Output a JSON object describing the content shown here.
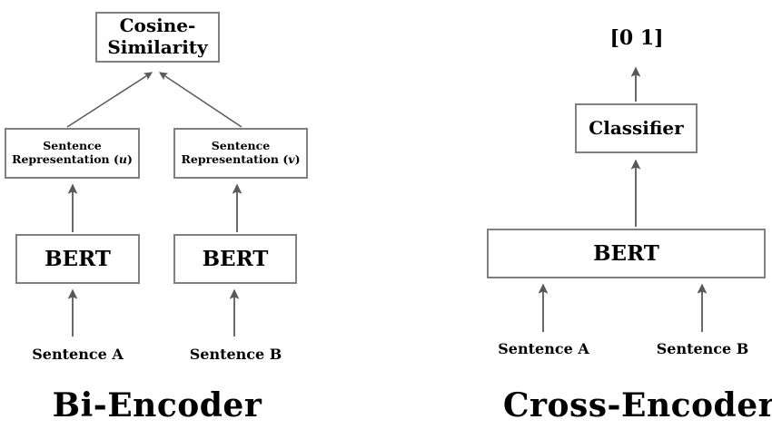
{
  "diagram": {
    "title": "Bi-Encoder vs Cross-Encoder architecture comparison",
    "background_color": "#ffffff",
    "box_border_color": "#808080",
    "arrow_color": "#595959",
    "text_color": "#000000"
  },
  "bi_encoder": {
    "panel_title": "Bi-Encoder",
    "nodes": {
      "cosine_similarity": "Cosine-\nSimilarity",
      "cosine_similarity_line1": "Cosine-",
      "cosine_similarity_line2": "Similarity",
      "sentence_representation_u_line1": "Sentence",
      "sentence_representation_u_line2": "Representation (u)",
      "sentence_representation_v_line1": "Sentence",
      "sentence_representation_v_line2": "Representation (v)",
      "bert_left": "BERT",
      "bert_right": "BERT"
    },
    "inputs": {
      "sentence_a": "Sentence A",
      "sentence_b": "Sentence B"
    },
    "variables": {
      "u": "u",
      "v": "v"
    }
  },
  "cross_encoder": {
    "panel_title": "Cross-Encoder",
    "nodes": {
      "score_output": "[0 1]",
      "classifier": "Classifier",
      "bert": "BERT"
    },
    "inputs": {
      "sentence_a": "Sentence A",
      "sentence_b": "Sentence B"
    }
  }
}
